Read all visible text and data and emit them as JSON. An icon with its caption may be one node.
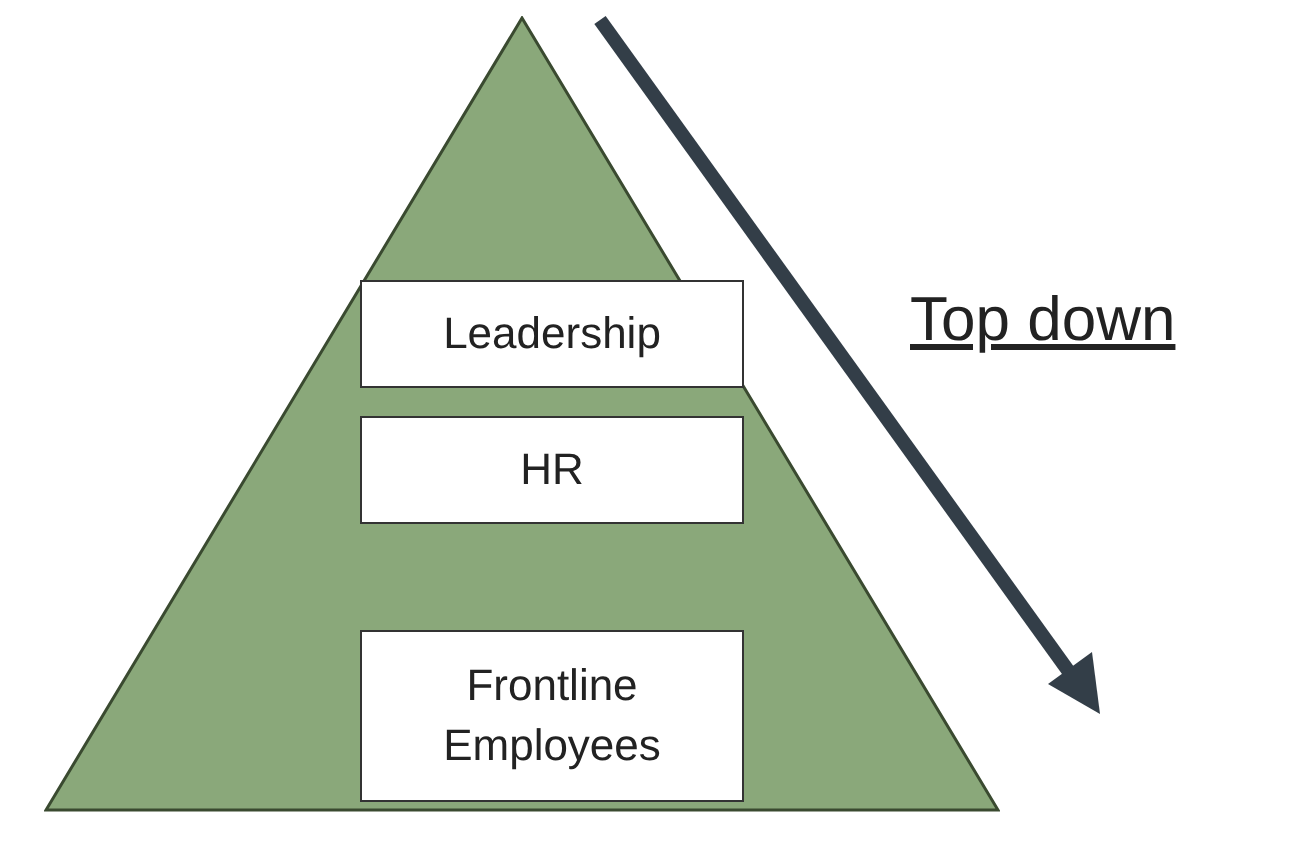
{
  "diagram": {
    "nodes": [
      {
        "text": [],
        "shape": "triangle"
      },
      {
        "text": [
          "Leadership"
        ],
        "in": 0
      },
      {
        "text": [
          "HR"
        ],
        "in": 0
      },
      {
        "text": [
          "Frontline Employees"
        ],
        "in": 0
      }
    ],
    "labels": [
      "Top down"
    ]
  }
}
